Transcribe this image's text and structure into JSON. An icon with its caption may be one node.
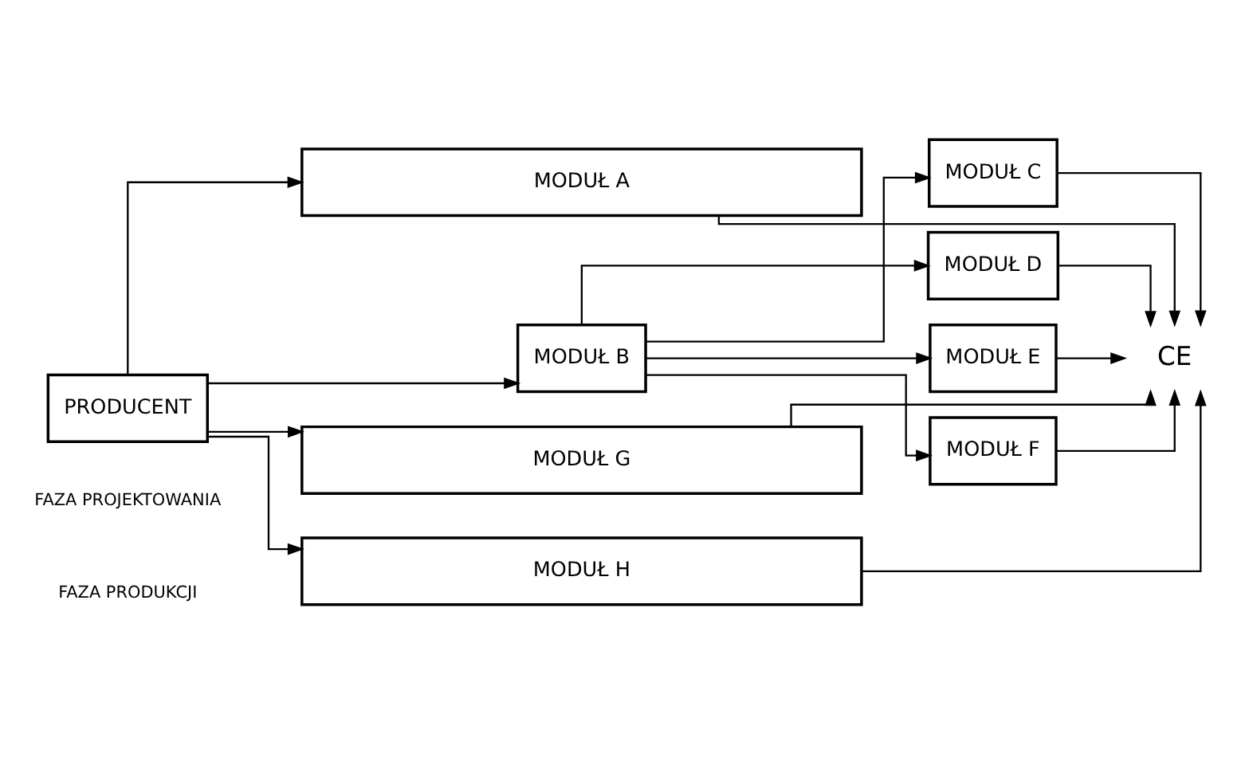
{
  "diagram": {
    "nodes": [
      {
        "text": [
          "PRODUCENT"
        ]
      },
      {
        "text": [
          "MODUŁ A"
        ]
      },
      {
        "text": [
          "MODUŁ B"
        ]
      },
      {
        "text": [
          "MODUŁ C"
        ]
      },
      {
        "text": [
          "MODUŁ D"
        ]
      },
      {
        "text": [
          "MODUŁ E"
        ]
      },
      {
        "text": [
          "MODUŁ F"
        ]
      },
      {
        "text": [
          "MODUŁ G"
        ]
      },
      {
        "text": [
          "MODUŁ H"
        ]
      },
      {
        "text": [
          "CE"
        ]
      }
    ],
    "edges": [
      {
        "from": 0,
        "to": 1,
        "arrow": "to"
      },
      {
        "from": 0,
        "to": 2,
        "arrow": "to"
      },
      {
        "from": 0,
        "to": 7,
        "arrow": "to"
      },
      {
        "from": 0,
        "to": 8,
        "arrow": "to"
      },
      {
        "from": 2,
        "to": 3,
        "arrow": "to"
      },
      {
        "from": 2,
        "to": 4,
        "arrow": "to"
      },
      {
        "from": 2,
        "to": 5,
        "arrow": "to"
      },
      {
        "from": 2,
        "to": 6,
        "arrow": "to"
      },
      {
        "from": 1,
        "to": 9,
        "arrow": "to"
      },
      {
        "from": 3,
        "to": 9,
        "arrow": "to"
      },
      {
        "from": 4,
        "to": 9,
        "arrow": "to"
      },
      {
        "from": 5,
        "to": 9,
        "arrow": "to"
      },
      {
        "from": 6,
        "to": 9,
        "arrow": "to"
      },
      {
        "from": 7,
        "to": 9,
        "arrow": "to"
      },
      {
        "from": 8,
        "to": 9,
        "arrow": "to"
      }
    ],
    "labels": [
      "FAZA PROJEKTOWANIA",
      "FAZA PRODUKCJI"
    ]
  }
}
